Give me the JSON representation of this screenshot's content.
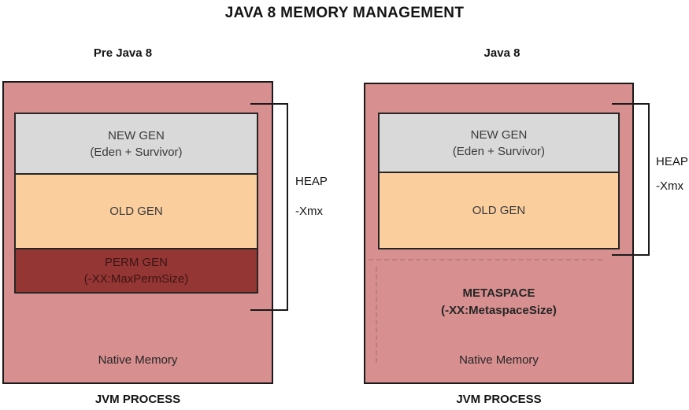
{
  "title": "JAVA 8 MEMORY MANAGEMENT",
  "colors": {
    "background": "#ffffff",
    "process_fill": "#d78f8f",
    "new_gen_fill": "#d9d9d9",
    "old_gen_fill": "#fbce9e",
    "perm_gen_fill": "#943634",
    "perm_gen_text": "#3b1513",
    "outline": "#1a1a1a",
    "dashed_line": "#b97f7f"
  },
  "left_panel": {
    "heading": "Pre Java 8",
    "new_gen": {
      "label": "NEW GEN",
      "sublabel": "(Eden + Survivor)"
    },
    "old_gen": {
      "label": "OLD GEN"
    },
    "perm_gen": {
      "label": "PERM GEN",
      "sublabel": "(-XX:MaxPermSize)"
    },
    "native_memory": "Native Memory",
    "process_label": "JVM PROCESS",
    "bracket_label": "HEAP",
    "bracket_sublabel": "-Xmx"
  },
  "right_panel": {
    "heading": "Java 8",
    "new_gen": {
      "label": "NEW GEN",
      "sublabel": "(Eden + Survivor)"
    },
    "old_gen": {
      "label": "OLD GEN"
    },
    "metaspace": {
      "label": "METASPACE",
      "sublabel": "(-XX:MetaspaceSize)"
    },
    "native_memory": "Native Memory",
    "process_label": "JVM PROCESS",
    "bracket_label": "HEAP",
    "bracket_sublabel": "-Xmx"
  }
}
